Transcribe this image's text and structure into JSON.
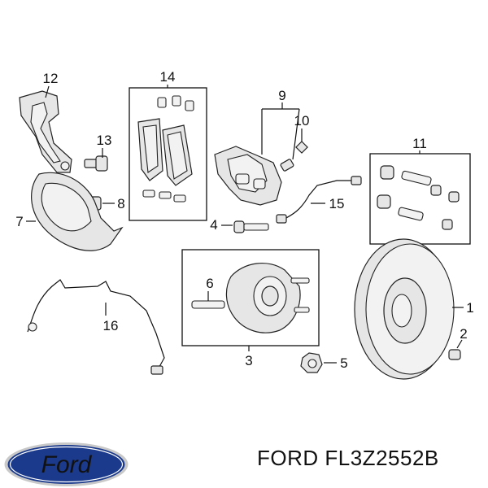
{
  "callouts": {
    "c1": "1",
    "c2": "2",
    "c3": "3",
    "c4": "4",
    "c5": "5",
    "c6": "6",
    "c7": "7",
    "c8": "8",
    "c9": "9",
    "c10": "10",
    "c11": "11",
    "c12": "12",
    "c13": "13",
    "c14": "14",
    "c15": "15",
    "c16": "16"
  },
  "caption": "FORD FL3Z2552B",
  "logo": {
    "text": "Ford",
    "oval_color": "#1b3a8c",
    "rim_color": "#c9c9c9"
  }
}
